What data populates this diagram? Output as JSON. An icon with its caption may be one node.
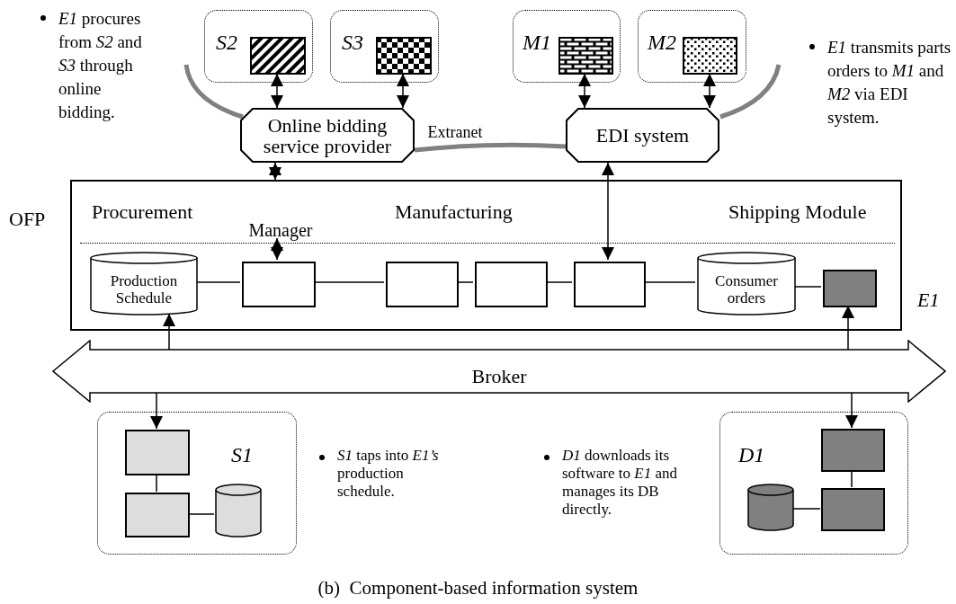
{
  "diagram": {
    "caption": "(b)  Component-based information system",
    "nodes": [
      {
        "text": [
          "S2"
        ]
      },
      {
        "text": [],
        "shape": "box",
        "in": 0
      },
      {
        "text": [
          "S3"
        ]
      },
      {
        "text": [],
        "shape": "box",
        "in": 2
      },
      {
        "text": [
          "M1"
        ]
      },
      {
        "text": [],
        "shape": "box",
        "in": 4
      },
      {
        "text": [
          "M2"
        ]
      },
      {
        "text": [],
        "shape": "box",
        "in": 6
      },
      {
        "text": [
          "Online bidding service provider"
        ]
      },
      {
        "text": [
          "EDI system"
        ]
      },
      {
        "text": [
          "Procurement",
          "Manufacturing",
          "Shipping Module"
        ],
        "beside": [
          "OFP",
          "E1"
        ]
      },
      {
        "text": [
          "Manager"
        ],
        "in": 10
      },
      {
        "text": [
          "Production Schedule"
        ],
        "in": 10
      },
      {
        "text": [],
        "shape": "box",
        "in": 10
      },
      {
        "text": [],
        "shape": "box",
        "in": 10
      },
      {
        "text": [],
        "shape": "box",
        "in": 10
      },
      {
        "text": [],
        "shape": "box",
        "in": 10
      },
      {
        "text": [
          "Consumer orders"
        ],
        "in": 10
      },
      {
        "text": [],
        "shape": "box",
        "in": 10
      },
      {
        "text": [
          "Broker"
        ]
      },
      {
        "text": [
          "S1"
        ]
      },
      {
        "text": [],
        "shape": "box",
        "in": 20
      },
      {
        "text": [],
        "shape": "box",
        "in": 20
      },
      {
        "text": [],
        "shape": "cylinder",
        "in": 20
      },
      {
        "text": [
          "D1"
        ]
      },
      {
        "text": [],
        "shape": "box",
        "in": 24
      },
      {
        "text": [],
        "shape": "box",
        "in": 24
      },
      {
        "text": [],
        "shape": "cylinder",
        "in": 24
      }
    ],
    "edges": [
      {
        "from": 1,
        "to": 8,
        "arrow": "both"
      },
      {
        "from": 3,
        "to": 8,
        "arrow": "both"
      },
      {
        "from": 5,
        "to": 9,
        "arrow": "both"
      },
      {
        "from": 7,
        "to": 9,
        "arrow": "both"
      },
      {
        "from": 8,
        "to": 9,
        "arrow": "none",
        "label": "Extranet",
        "style": "thick",
        "color": "#808080"
      },
      {
        "from": 8,
        "to": 10,
        "arrow": "both"
      },
      {
        "from": 11,
        "to": 13,
        "arrow": "both"
      },
      {
        "from": 9,
        "to": 16,
        "arrow": "both"
      },
      {
        "from": 12,
        "to": 13,
        "arrow": "none"
      },
      {
        "from": 13,
        "to": 14,
        "arrow": "none"
      },
      {
        "from": 14,
        "to": 15,
        "arrow": "none"
      },
      {
        "from": 15,
        "to": 16,
        "arrow": "none"
      },
      {
        "from": 16,
        "to": 17,
        "arrow": "none"
      },
      {
        "from": 17,
        "to": 18,
        "arrow": "none"
      },
      {
        "from": 19,
        "to": 12,
        "arrow": "to"
      },
      {
        "from": 19,
        "to": 18,
        "arrow": "to"
      },
      {
        "from": 19,
        "to": 21,
        "arrow": "to"
      },
      {
        "from": 19,
        "to": 25,
        "arrow": "to"
      },
      {
        "from": 21,
        "to": 22,
        "arrow": "none"
      },
      {
        "from": 22,
        "to": 23,
        "arrow": "none"
      },
      {
        "from": 25,
        "to": 26,
        "arrow": "none"
      },
      {
        "from": 27,
        "to": 26,
        "arrow": "none"
      }
    ],
    "labels": [
      "*E1* procures from *S2* and *S3* through online bidding.",
      "*E1* transmits parts orders to *M1* and *M2* via EDI system.",
      "*S1* taps into *E1’s* production schedule.",
      "*D1* downloads its software to *E1* and manages its DB directly."
    ]
  }
}
